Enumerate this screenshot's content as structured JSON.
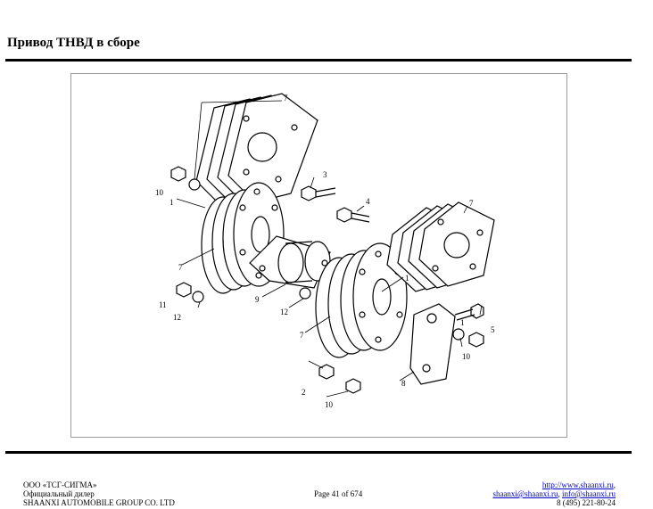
{
  "header": {
    "title": "Привод ТНВД в сборе"
  },
  "figure": {
    "callouts": {
      "c7a": "7",
      "c3": "3",
      "c10a": "10",
      "c1a": "1",
      "c4": "4",
      "c7b": "7",
      "c7c": "7",
      "c1b": "1",
      "c9": "9",
      "c11": "11",
      "c12a": "12",
      "c12b": "12",
      "c7d": "7",
      "c1c": "1",
      "c5": "5",
      "c10b": "10",
      "c8": "8",
      "c2": "2",
      "c10c": "10"
    }
  },
  "footer": {
    "company": "ООО «ТСГ-СИГМА»",
    "dealer": "Официальный дилер",
    "group": "SHAANXI AUTOMOBILE GROUP CO. LTD",
    "page": "Page 41 of 674",
    "website": "http://www.shaanxi.ru",
    "comma1": ",",
    "email1": "shaanxi@shaanxi.ru",
    "comma2": ",",
    "email2": "info@shaanxi.ru",
    "phone": "8 (495) 221-80-24"
  }
}
